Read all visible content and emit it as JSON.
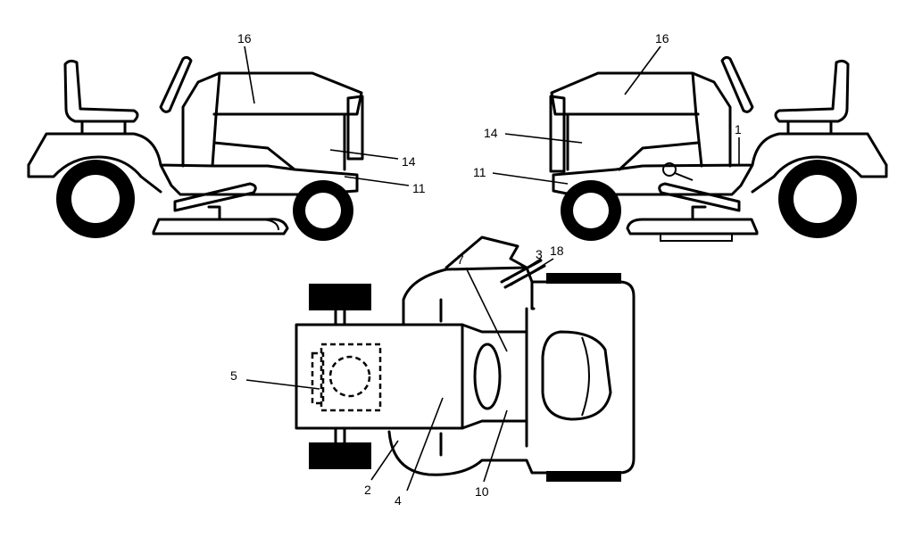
{
  "labels": {
    "l16_left": "16",
    "l14_left": "14",
    "l11_left": "11",
    "l16_right": "16",
    "l14_right": "14",
    "l11_right": "11",
    "l1_right": "1",
    "l7_top": "7",
    "l3_top": "3",
    "l18_top": "18",
    "l5_top": "5",
    "l2_top": "2",
    "l4_top": "4",
    "l10_top": "10"
  }
}
